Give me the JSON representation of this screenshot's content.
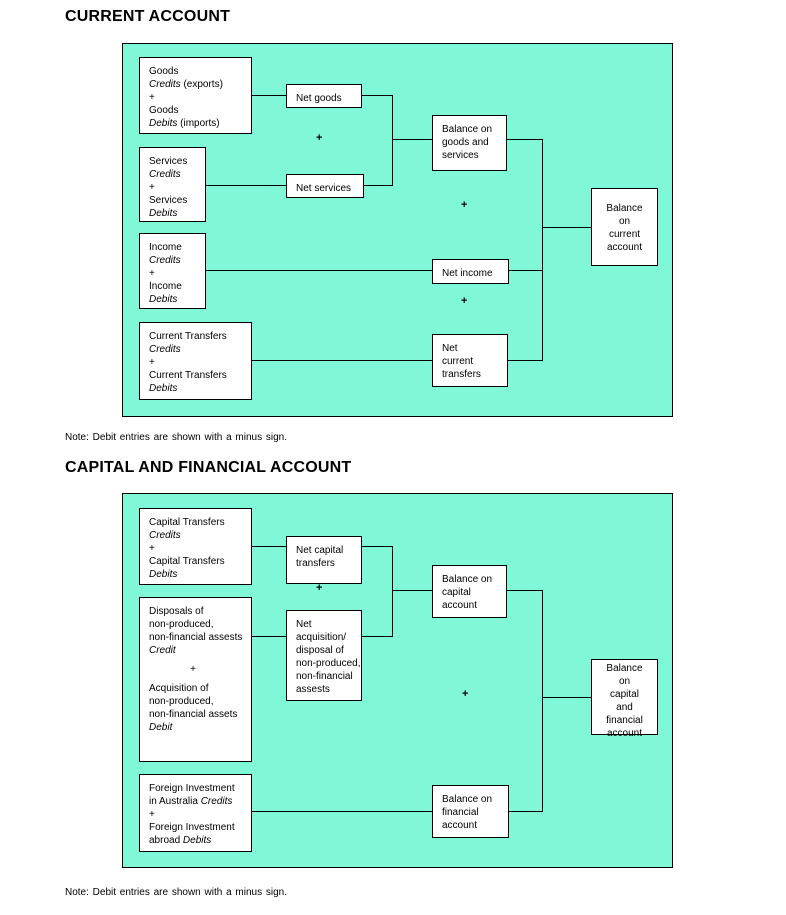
{
  "sections": [
    {
      "title": "CURRENT ACCOUNT",
      "note": "Note: Debit entries are shown with a minus sign.",
      "plus": "+",
      "boxes": [
        {
          "id": "goods",
          "lines": [
            [
              {
                "t": "Goods"
              }
            ],
            [
              {
                "t": "Credits",
                "i": true
              },
              {
                "t": " (exports)"
              }
            ],
            [
              {
                "t": "+"
              }
            ],
            [
              {
                "t": "Goods"
              }
            ],
            [
              {
                "t": "Debits",
                "i": true
              },
              {
                "t": " (imports)"
              }
            ]
          ]
        },
        {
          "id": "services",
          "lines": [
            [
              {
                "t": "Services"
              }
            ],
            [
              {
                "t": "Credits",
                "i": true
              }
            ],
            [
              {
                "t": "+"
              }
            ],
            [
              {
                "t": "Services"
              }
            ],
            [
              {
                "t": "Debits",
                "i": true
              }
            ]
          ]
        },
        {
          "id": "income",
          "lines": [
            [
              {
                "t": "Income"
              }
            ],
            [
              {
                "t": "Credits",
                "i": true
              }
            ],
            [
              {
                "t": "+"
              }
            ],
            [
              {
                "t": "Income"
              }
            ],
            [
              {
                "t": "Debits",
                "i": true
              }
            ]
          ]
        },
        {
          "id": "current-transfers",
          "lines": [
            [
              {
                "t": "Current Transfers"
              }
            ],
            [
              {
                "t": "Credits",
                "i": true
              }
            ],
            [
              {
                "t": "+"
              }
            ],
            [
              {
                "t": "Current Transfers"
              }
            ],
            [
              {
                "t": "Debits",
                "i": true
              }
            ]
          ]
        },
        {
          "id": "net-goods",
          "lines": [
            [
              {
                "t": "Net goods"
              }
            ]
          ]
        },
        {
          "id": "net-services",
          "lines": [
            [
              {
                "t": "Net services"
              }
            ]
          ]
        },
        {
          "id": "balance-goods-services",
          "lines": [
            [
              {
                "t": "Balance on"
              }
            ],
            [
              {
                "t": "goods and"
              }
            ],
            [
              {
                "t": "services"
              }
            ]
          ]
        },
        {
          "id": "net-income",
          "lines": [
            [
              {
                "t": "Net income"
              }
            ]
          ]
        },
        {
          "id": "net-current-transfers",
          "lines": [
            [
              {
                "t": "Net"
              }
            ],
            [
              {
                "t": "current"
              }
            ],
            [
              {
                "t": "transfers"
              }
            ]
          ]
        },
        {
          "id": "balance-current-account",
          "lines": [
            [
              {
                "t": "Balance"
              }
            ],
            [
              {
                "t": "on"
              }
            ],
            [
              {
                "t": "current"
              }
            ],
            [
              {
                "t": "account"
              }
            ]
          ]
        }
      ]
    },
    {
      "title": "CAPITAL AND FINANCIAL ACCOUNT",
      "note": "Note: Debit entries are shown with a minus sign.",
      "plus": "+",
      "boxes": [
        {
          "id": "capital-transfers",
          "lines": [
            [
              {
                "t": "Capital Transfers"
              }
            ],
            [
              {
                "t": "Credits",
                "i": true
              }
            ],
            [
              {
                "t": "+"
              }
            ],
            [
              {
                "t": "Capital Transfers"
              }
            ],
            [
              {
                "t": "Debits",
                "i": true
              }
            ]
          ]
        },
        {
          "id": "non-produced-assets",
          "lines": [
            [
              {
                "t": "Disposals of"
              }
            ],
            [
              {
                "t": "non-produced,"
              }
            ],
            [
              {
                "t": "non-financial assests"
              }
            ],
            [
              {
                "t": "Credit",
                "i": true
              }
            ],
            [
              {
                "t": "+",
                "mid": true
              }
            ],
            [
              {
                "t": "Acquisition of"
              }
            ],
            [
              {
                "t": "non-produced,"
              }
            ],
            [
              {
                "t": "non-financial assets"
              }
            ],
            [
              {
                "t": "Debit",
                "i": true
              }
            ]
          ]
        },
        {
          "id": "foreign-investment",
          "lines": [
            [
              {
                "t": "Foreign Investment"
              }
            ],
            [
              {
                "t": "in Australia "
              },
              {
                "t": "Credits",
                "i": true
              }
            ],
            [
              {
                "t": "+"
              }
            ],
            [
              {
                "t": "Foreign Investment"
              }
            ],
            [
              {
                "t": "abroad "
              },
              {
                "t": "Debits",
                "i": true
              }
            ]
          ]
        },
        {
          "id": "net-capital-transfers",
          "lines": [
            [
              {
                "t": "Net capital"
              }
            ],
            [
              {
                "t": "transfers"
              }
            ]
          ]
        },
        {
          "id": "net-acquisition-disposal",
          "lines": [
            [
              {
                "t": "Net"
              }
            ],
            [
              {
                "t": "acquisition/"
              }
            ],
            [
              {
                "t": "disposal of"
              }
            ],
            [
              {
                "t": "non-produced,"
              }
            ],
            [
              {
                "t": "non-financial"
              }
            ],
            [
              {
                "t": "assests"
              }
            ]
          ]
        },
        {
          "id": "balance-capital-account",
          "lines": [
            [
              {
                "t": "Balance on"
              }
            ],
            [
              {
                "t": "capital"
              }
            ],
            [
              {
                "t": "account"
              }
            ]
          ]
        },
        {
          "id": "balance-financial-account",
          "lines": [
            [
              {
                "t": "Balance on"
              }
            ],
            [
              {
                "t": "financial"
              }
            ],
            [
              {
                "t": "account"
              }
            ]
          ]
        },
        {
          "id": "balance-capital-financial-account",
          "lines": [
            [
              {
                "t": "Balance"
              }
            ],
            [
              {
                "t": "on"
              }
            ],
            [
              {
                "t": "capital"
              }
            ],
            [
              {
                "t": "and"
              }
            ],
            [
              {
                "t": "financial"
              }
            ],
            [
              {
                "t": "account"
              }
            ]
          ]
        }
      ]
    }
  ]
}
